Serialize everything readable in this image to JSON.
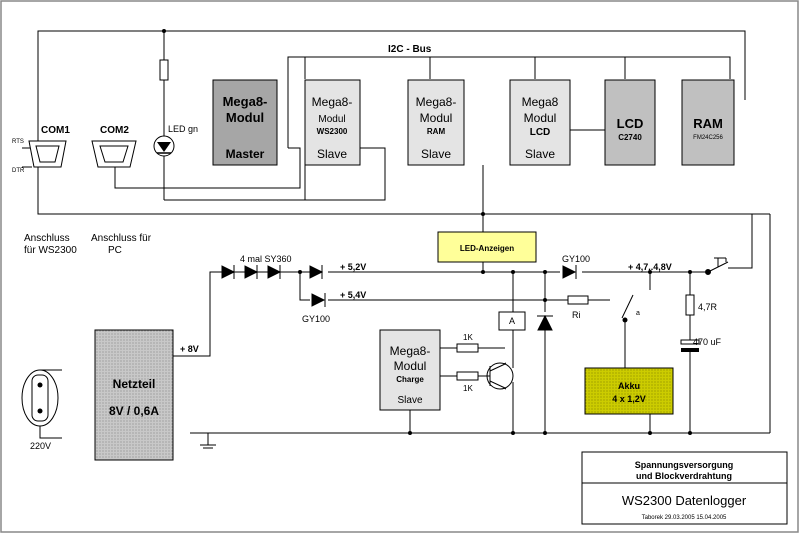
{
  "bus": {
    "label": "I2C - Bus"
  },
  "connectors": {
    "com1": "COM1",
    "com2": "COM2",
    "rts": "RTS",
    "dtr": "DTR",
    "led": "LED gn",
    "anschluss_ws2300": [
      "Anschluss",
      "für WS2300"
    ],
    "anschluss_pc": [
      "Anschluss für",
      "PC"
    ]
  },
  "modules": {
    "master": {
      "line1": "Mega8-",
      "line2": "Modul",
      "line3": "Master"
    },
    "slave_ws2300": {
      "line1": "Mega8-",
      "line2": "Modul",
      "line3": "WS2300",
      "line4": "Slave"
    },
    "slave_ram": {
      "line1": "Mega8-",
      "line2": "Modul",
      "line3": "RAM",
      "line4": "Slave"
    },
    "slave_lcd": {
      "line1": "Mega8",
      "line2": "Modul",
      "line3": "LCD",
      "line4": "Slave"
    },
    "lcd": {
      "line1": "LCD",
      "line2": "C2740"
    },
    "ram": {
      "line1": "RAM",
      "line2": "FM24C256"
    },
    "charge": {
      "line1": "Mega8-",
      "line2": "Modul",
      "line3": "Charge",
      "line4": "Slave"
    }
  },
  "led_anzeigen": "LED-Anzeigen",
  "power": {
    "diodes_label": "4 mal   SY360",
    "v52": "+ 5,2V",
    "v54": "+ 5,4V",
    "gy100_a": "GY100",
    "gy100_b": "GY100",
    "v_out": "+ 4,7..4,8V",
    "plus8v": "+ 8V",
    "r47": "4,7R",
    "c470": "470 uF",
    "ri": "Ri",
    "relay": "A",
    "relay_contact": "a",
    "r1k_a": "1K",
    "r1k_b": "1K",
    "v220": "220V"
  },
  "netzteil": {
    "title": "Netzteil",
    "rating": "8V / 0,6A"
  },
  "akku": {
    "line1": "Akku",
    "line2": "4 x 1,2V"
  },
  "title_block": {
    "line1": "Spannungsversorgung",
    "line2": "und Blockverdrahtung",
    "project": "WS2300  Datenlogger",
    "author": "Taborek  29.03.2005    15.04.2005"
  },
  "colors": {
    "master_fill": "#a6a6a6",
    "module_fill": "#e4e4e4",
    "lcd_ram_fill": "#c0c0c0",
    "led_anzeigen_fill": "#ffff99",
    "akku_fill": "#cccc00",
    "netzteil_fill": "#c8c8c8"
  }
}
